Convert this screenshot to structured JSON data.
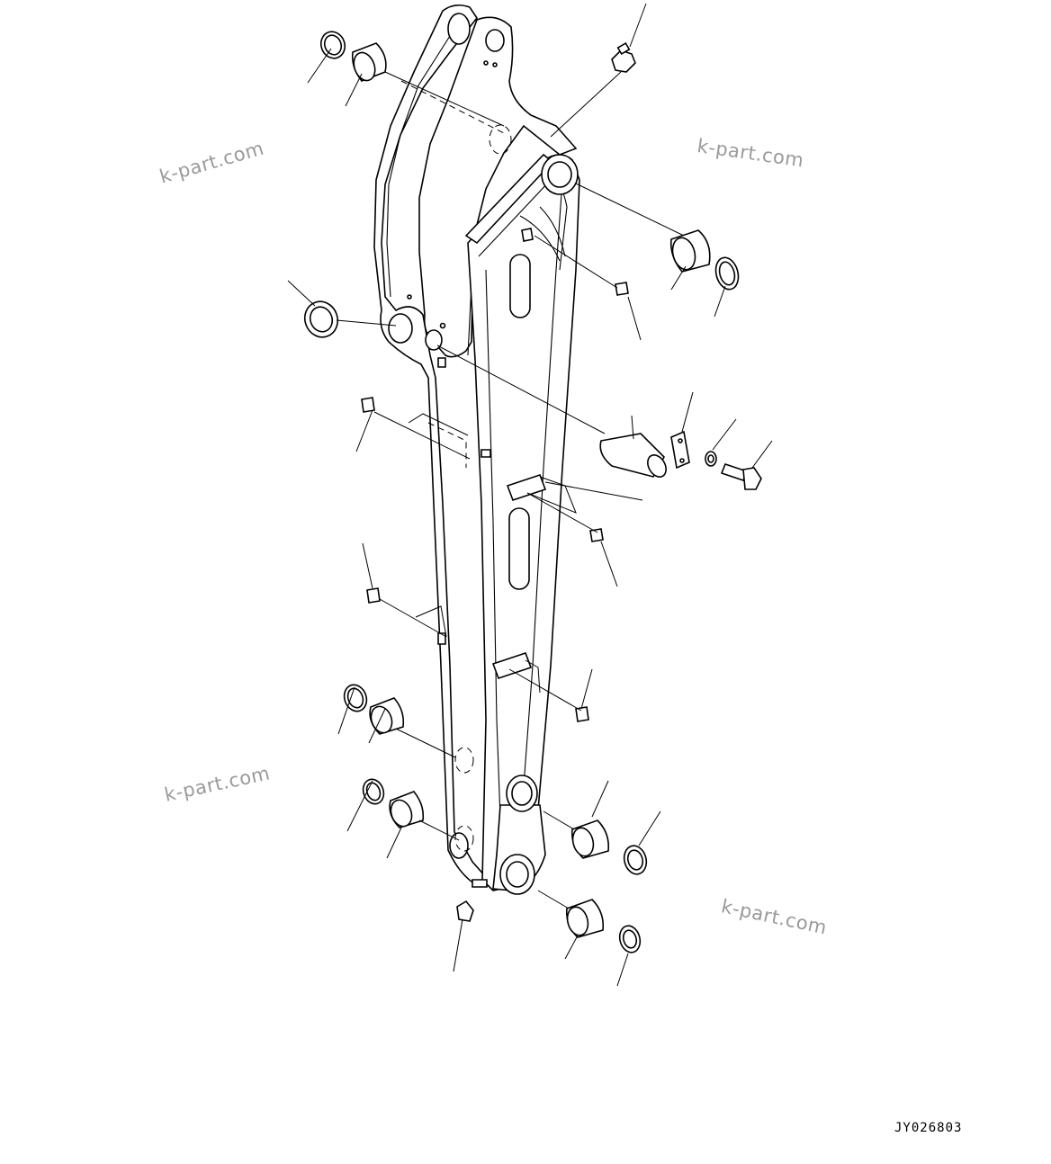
{
  "drawing_code": "JY026803",
  "watermarks": [
    "k-part.com",
    "k-part.com",
    "k-part.com",
    "k-part.com"
  ],
  "line_color": "#000000",
  "watermark_color": "#9a9a9a"
}
